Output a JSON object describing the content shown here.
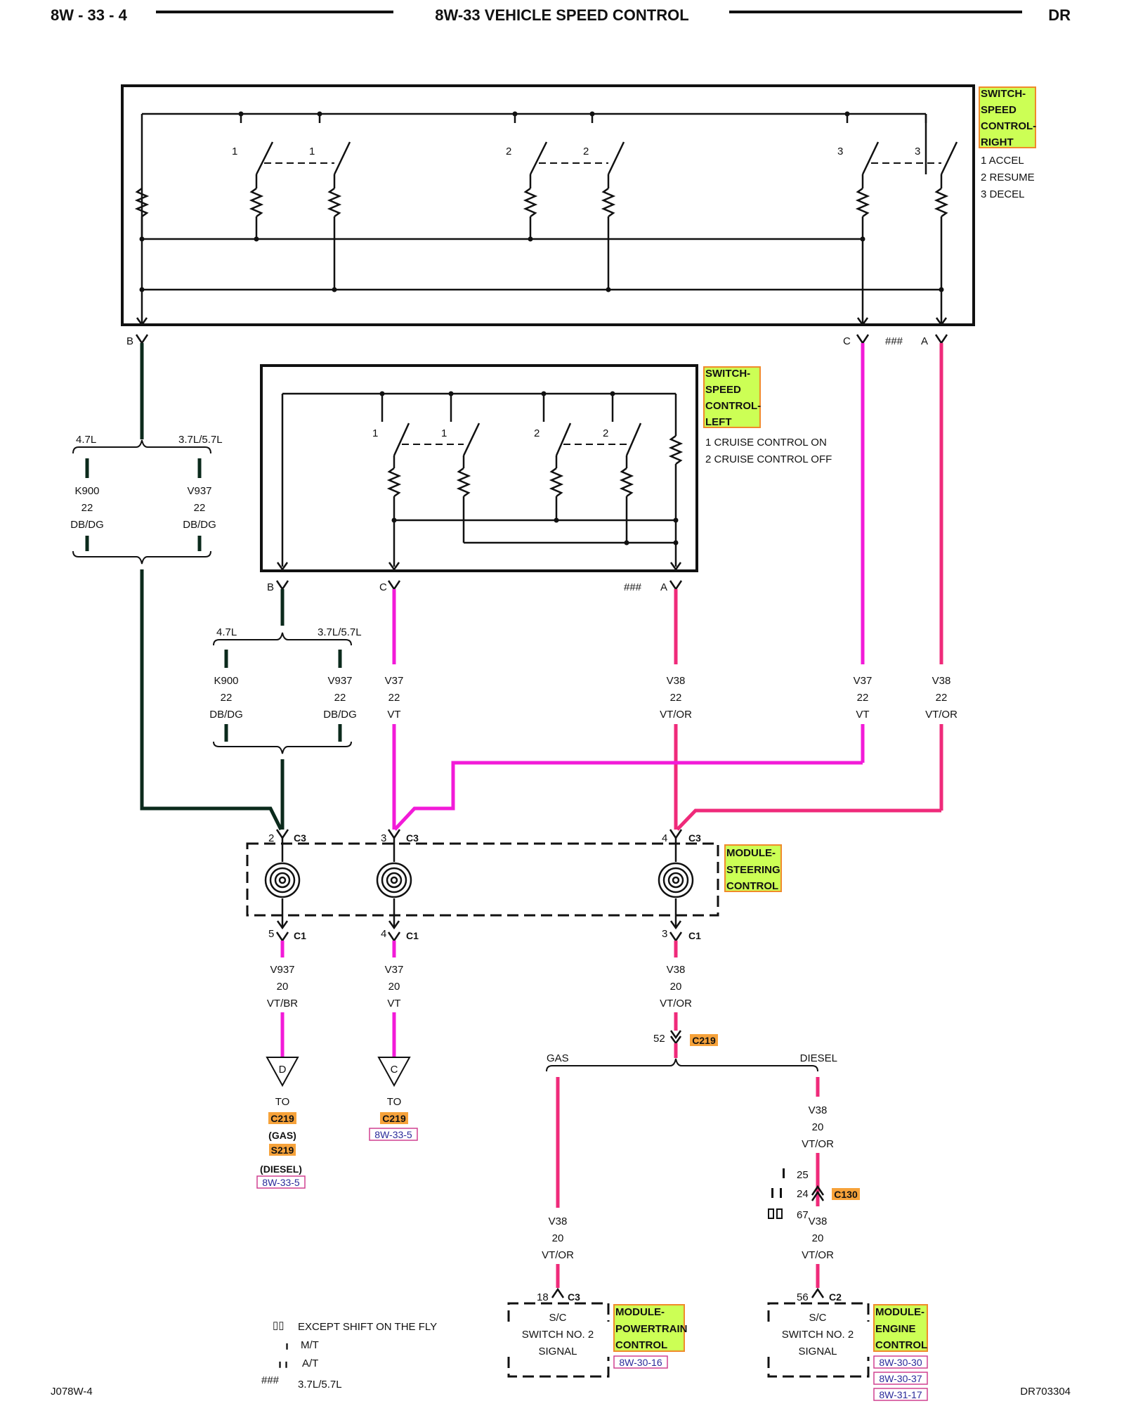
{
  "colors": {
    "background": "#ffffff",
    "ink": "#111111",
    "wire_black": "#0b2a1c",
    "wire_violet": "#f21bd8",
    "wire_violet_orange": "#ef2a7a",
    "label_highlight": "#ccff55",
    "label_border": "#f08a2a",
    "connector_highlight": "#f6a23a",
    "ref_border": "#d04090",
    "ref_text": "#2a2a9a"
  },
  "header": {
    "page": "8W - 33 - 4",
    "title": "8W-33 VEHICLE SPEED CONTROL",
    "model": "DR"
  },
  "footer": {
    "left_code": "J078W-4",
    "right_code": "DR703304"
  },
  "switch_right": {
    "name_lines": [
      "SWITCH-",
      "SPEED",
      "CONTROL-",
      "RIGHT"
    ],
    "functions": [
      "1 ACCEL",
      "2 RESUME",
      "3 DECEL"
    ],
    "pin_numbers": [
      "1",
      "1",
      "2",
      "2",
      "3",
      "3"
    ],
    "pins": {
      "b": "B",
      "c": "C",
      "a": "A",
      "a_mark": "###"
    }
  },
  "switch_left": {
    "name_lines": [
      "SWITCH-",
      "SPEED",
      "CONTROL-",
      "LEFT"
    ],
    "functions": [
      "1 CRUISE CONTROL ON",
      "2 CRUISE CONTROL OFF"
    ],
    "pin_numbers": [
      "1",
      "1",
      "2",
      "2"
    ],
    "pins": {
      "b": "B",
      "c": "C",
      "a": "A",
      "a_mark": "###"
    }
  },
  "split_right_b": {
    "left_label": "4.7L",
    "right_label": "3.7L/5.7L",
    "left_wire": {
      "circuit": "K900",
      "gauge": "22",
      "color": "DB/DG"
    },
    "right_wire": {
      "circuit": "V937",
      "gauge": "22",
      "color": "DB/DG"
    }
  },
  "split_left_b": {
    "left_label": "4.7L",
    "right_label": "3.7L/5.7L",
    "left_wire": {
      "circuit": "K900",
      "gauge": "22",
      "color": "DB/DG"
    },
    "right_wire": {
      "circuit": "V937",
      "gauge": "22",
      "color": "DB/DG"
    }
  },
  "wires_upper": {
    "left_c": {
      "circuit": "V37",
      "gauge": "22",
      "color": "VT"
    },
    "left_a": {
      "circuit": "V38",
      "gauge": "22",
      "color": "VT/OR"
    },
    "right_c": {
      "circuit": "V37",
      "gauge": "22",
      "color": "VT"
    },
    "right_a": {
      "circuit": "V38",
      "gauge": "22",
      "color": "VT/OR"
    }
  },
  "steering_module": {
    "name_lines": [
      "MODULE-",
      "STEERING",
      "CONTROL"
    ],
    "input_pins": [
      {
        "pin": "2",
        "connector": "C3"
      },
      {
        "pin": "3",
        "connector": "C3"
      },
      {
        "pin": "4",
        "connector": "C3"
      }
    ],
    "output_pins": [
      {
        "pin": "5",
        "connector": "C1"
      },
      {
        "pin": "4",
        "connector": "C1"
      },
      {
        "pin": "3",
        "connector": "C1"
      }
    ]
  },
  "wires_lower": {
    "w1": {
      "circuit": "V937",
      "gauge": "20",
      "color": "VT/BR"
    },
    "w2": {
      "circuit": "V37",
      "gauge": "20",
      "color": "VT"
    },
    "w3": {
      "circuit": "V38",
      "gauge": "20",
      "color": "VT/OR"
    }
  },
  "offpage_d": {
    "letter": "D",
    "to": "TO",
    "connector": "C219",
    "note_gas": "(GAS)",
    "splice": "S219",
    "note_diesel": "(DIESEL)",
    "ref": "8W-33-5"
  },
  "offpage_c": {
    "letter": "C",
    "to": "TO",
    "connector": "C219",
    "ref": "8W-33-5"
  },
  "c219_split": {
    "pin": "52",
    "connector": "C219",
    "left_label": "GAS",
    "right_label": "DIESEL"
  },
  "gas_wire": {
    "circuit": "V38",
    "gauge": "20",
    "color": "VT/OR"
  },
  "diesel_wire_top": {
    "circuit": "V38",
    "gauge": "20",
    "color": "VT/OR"
  },
  "c130": {
    "pins": [
      "25",
      "24",
      "67"
    ],
    "connector": "C130"
  },
  "diesel_wire_bottom": {
    "circuit": "V38",
    "gauge": "20",
    "color": "VT/OR"
  },
  "pcm": {
    "pin": "18",
    "connector": "C3",
    "signal_lines": [
      "S/C",
      "SWITCH NO. 2",
      "SIGNAL"
    ],
    "name_lines": [
      "MODULE-",
      "POWERTRAIN",
      "CONTROL"
    ],
    "refs": [
      "8W-30-16"
    ]
  },
  "ecm": {
    "pin": "56",
    "connector": "C2",
    "signal_lines": [
      "S/C",
      "SWITCH NO. 2",
      "SIGNAL"
    ],
    "name_lines": [
      "MODULE-",
      "ENGINE",
      "CONTROL"
    ],
    "refs": [
      "8W-30-30",
      "8W-30-37",
      "8W-31-17"
    ]
  },
  "legend": {
    "items": [
      "EXCEPT SHIFT ON THE FLY",
      "M/T",
      "A/T",
      "3.7L/5.7L"
    ],
    "marks": [
      "▯▯",
      "╻",
      "╻╻",
      "###"
    ]
  }
}
